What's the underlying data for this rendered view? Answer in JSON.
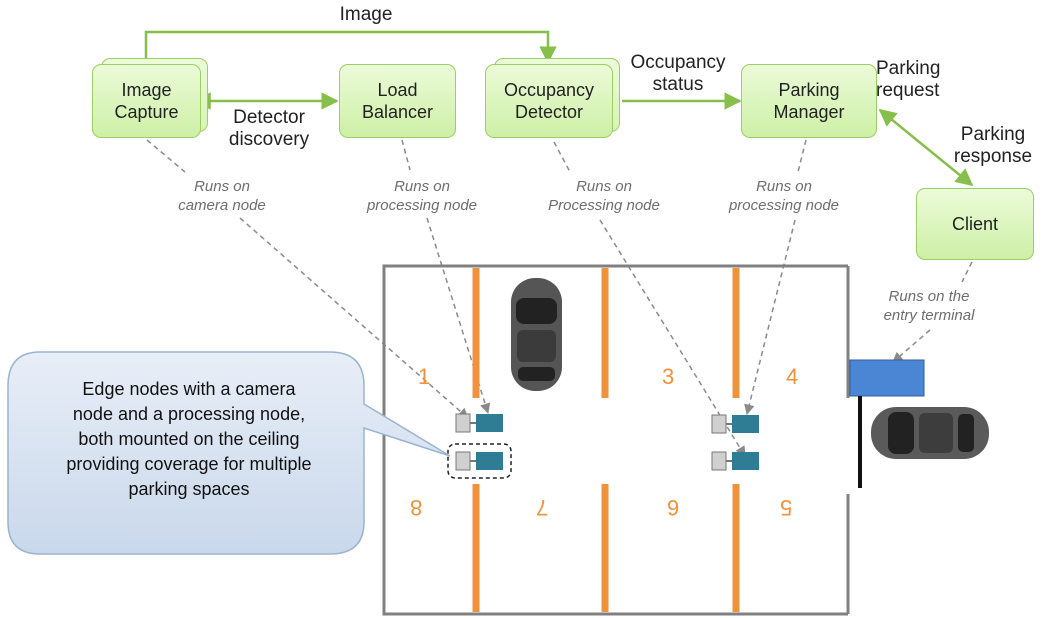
{
  "components": {
    "image_capture": "Image\nCapture",
    "load_balancer": "Load\nBalancer",
    "occupancy_detector": "Occupancy\nDetector",
    "parking_manager": "Parking\nManager",
    "client": "Client"
  },
  "edges": {
    "image": "Image",
    "detector_discovery": "Detector\ndiscovery",
    "occupancy_status": "Occupancy\nstatus",
    "parking_request": "Parking\nrequest",
    "parking_response": "Parking\nresponse"
  },
  "notes": {
    "camera_node": "Runs on\ncamera node",
    "processing_node_lb": "Runs on\nprocessing node",
    "processing_node_od": "Runs on\nProcessing node",
    "processing_node_pm": "Runs on\nprocessing node",
    "entry_terminal": "Runs on the\nentry terminal"
  },
  "callout": "Edge nodes with a camera\nnode and a processing node,\nboth mounted on the ceiling\nproviding coverage for multiple\nparking spaces",
  "spaces": {
    "top": [
      "1",
      "3",
      "4"
    ],
    "bottom": [
      "8",
      "7",
      "6",
      "5"
    ]
  },
  "colors": {
    "box_border": "#9ccf62",
    "arrow": "#86bf4a",
    "lane": "#f0923c",
    "processing_node": "#2e7d95",
    "camera_node": "#d0d0d0",
    "terminal": "#4a86d4",
    "callout_fill": "#dce7f4"
  }
}
